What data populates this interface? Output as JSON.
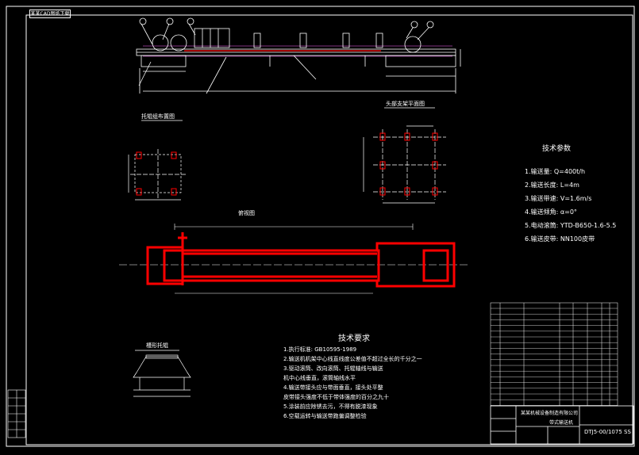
{
  "title_stamp": "某某CAD图纸下载",
  "views": {
    "support_layout_label": "托辊组布置图",
    "support_plan_label": "头部支架平面图",
    "plan_label": "俯视图",
    "idler_label": "槽形托辊"
  },
  "params": {
    "title": "技术参数",
    "items": [
      "1.输送量:  Q=400t/h",
      "2.输送长度:  L=4m",
      "3.输送带速:  V=1.6m/s",
      "4.输送倾角:  α=0°",
      "5.电动滚筒:  YTD-B650-1.6-5.5",
      "6.输送皮带:  NN100皮带"
    ]
  },
  "requirements": {
    "title": "技术要求",
    "items": [
      "1.执行标准:  GB10595-1989",
      "2.输送机机架中心线直线度公差值不超过全长的千分之一",
      "3.驱动滚筒、改向滚筒、托辊轴线与输送",
      "   机中心线垂直，滚筒轴线水平",
      "4.输送带接头应与带面垂直，接头处平整",
      "   皮带接头强度不低于带体强度的百分之九十",
      "5.涂装前应除锈去污，不得有脱漆现象",
      "6.空载运转与输送带跑偏调整检验"
    ]
  },
  "title_block": {
    "company": "某某机械设备制造有限公司",
    "drawing_title": "带式输送机",
    "drawing_no": "DTJ5-00/1075 SS"
  },
  "colors": {
    "linework": "#ffffff",
    "highlight": "#ff0000",
    "background": "#000000"
  }
}
